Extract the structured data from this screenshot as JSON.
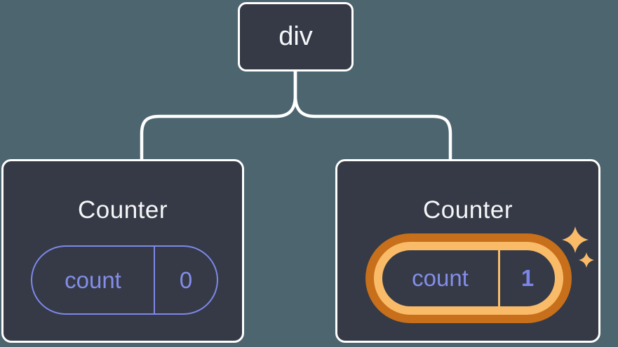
{
  "colors": {
    "page_background": "#4D656F",
    "node_background": "#353A46",
    "node_border": "#FFFFFF",
    "connector": "#FFFFFF",
    "state_purple": "#848DE8",
    "highlight_ring_outer": "#C76F1A",
    "highlight_ring_inner": "#FABB69",
    "sparkle": "#FABB69"
  },
  "tree": {
    "root": {
      "label": "div"
    },
    "children": [
      {
        "title": "Counter",
        "highlighted": false,
        "state": {
          "key": "count",
          "value": "0"
        }
      },
      {
        "title": "Counter",
        "highlighted": true,
        "state": {
          "key": "count",
          "value": "1"
        }
      }
    ]
  }
}
